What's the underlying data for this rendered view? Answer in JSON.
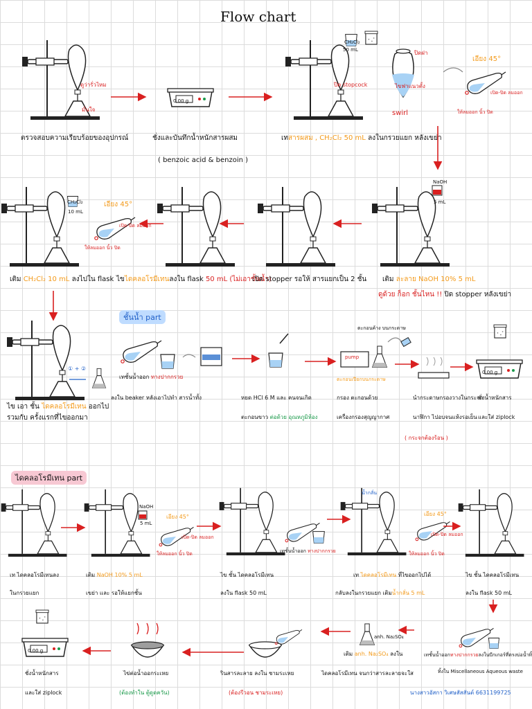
{
  "title": "Flow chart",
  "sections": {
    "aqueous": "ชั้นน้ำ part",
    "organic": "ไดคลอโรมีเทน part"
  },
  "colors": {
    "accent_red": "#d92020",
    "accent_orange": "#f39a1a",
    "accent_green": "#1a9a4a",
    "water_blue": "#a8d2f5",
    "grid": "#dcdcdc"
  },
  "balance_readout": "0.00 g",
  "row1": {
    "s1": "ตรวจสอบความเรียบร้อยของอุปกรณ์",
    "s1_ann_top": "ดูว่ารั่วไหม",
    "s1_ann_bottom": "มั่นใจ",
    "s2_line1": "ชั่งและบันทึกน้ำหนักสารผสม",
    "s2_line2": "( benzoic acid & benzoin )",
    "s3_pre": "เท",
    "s3_reagent": "สารผสม , CH₂Cl₂ 50 mL",
    "s3_post": "ลงในกรวยแยก หลังเขย่า",
    "s3_beaker_label": "CH₂Cl₂",
    "s3_beaker_volume": "50 mL",
    "s4_lid": "ปิดฝา",
    "s4_stopcock": "ปิด stopcock",
    "s4_hold": "ไขฟาแนวตั้ง",
    "s4_swirl": "swirl",
    "s5_angle": "เอียง 45°",
    "s5_vent": "เปิด-ปิด ลมออก",
    "s5_hint": "ให้ลมออก นิ้ว ปิด"
  },
  "row2": {
    "s1_naoh_label": "NaOH",
    "s1_volume": "5 mL",
    "s1_pre": "เติม",
    "s1_reagent": "ละลาย NaOH 10% 5 mL",
    "s1_warn": "ดูด้วย ก็อก ชั้นไหน !!",
    "s1_post": "ปิด stopper หลังเขย่า",
    "s2": "เปิด stopper รอให้ สารแยกเป็น 2 ชั้น",
    "s3_pre": "ไข",
    "s3_reagent": "ไดคลอโรมีเทน",
    "s3_mid": "ลงใน flask",
    "s3_volume": "50 mL (ไม่เอาชั้นน้ำ)",
    "s4_angle": "เอียง 45°",
    "s4_vent": "เปิด-ปิด ลมออก",
    "s4_hint": "ให้ลมออก นิ้ว ปิด",
    "s4_beaker_label": "CH₂Cl₂",
    "s4_beaker_volume": "10 mL",
    "s5_pre": "เติม",
    "s5_reagent": "CH₂Cl₂ 10 mL",
    "s5_post": "ลงไปใน flask"
  },
  "row3": {
    "s1_pre": "ไข เอา ชั้น",
    "s1_reagent": "ไดคลอโรมีเทน",
    "s1_post": "ออกไป",
    "s1_line2": "รวมกับ ครั้งแรกที่ไขออกมา",
    "s1_steps": "① + ②",
    "s2_top": "เทชั้นน้ำออก",
    "s2_top_red": "ทางปากกรวย",
    "s2_bottom": "ลงใน beaker หลังเอาไปทำ สารน้ำทั้ง",
    "s3_top": "หยด HCl 6 M และ คนจนเกิด",
    "s3_bottom_pre": "ตะกอนขาว",
    "s3_bottom_green": "ต่อด้วย อุณหภูมิห้อง",
    "s4_top_note": "ตะกอนค้าง บนกระดาษ",
    "s4_pump": "pump",
    "s4_red_note": "ตะกอนเปียกบนกระดาษ",
    "s4_line1": "กรอง ตะกอนด้วย",
    "s4_line2": "เครื่องกรองสุญญากาศ",
    "s5_line1": "นำกระดาษกรองวางในกระจก",
    "s5_line2": "นาฬิกา ไปอบจนแห้งรอเย็น",
    "s5_red": "( กระจกต้องร้อน )",
    "s6_line1": "ชั่งน้ำหนักสาร",
    "s6_line2": "และใส่ ziplock"
  },
  "row4": {
    "s1_line1": "เท ไดคลอโรมีเทนลง",
    "s1_line2": "ในกรวยแยก",
    "s2_naoh_label": "NaOH",
    "s2_volume": "5 mL",
    "s2_pre": "เติม",
    "s2_reagent": "NaOH 10% 5 mL",
    "s2_line2": "เขย่า และ รอให้แยกชั้น",
    "s2_angle": "เอียง 45°",
    "s2_vent": "เปิด-ปิด ลมออก",
    "s2_hint": "ให้ลมออก นิ้ว ปิด",
    "s3_line1": "ไข ชั้น ไดคลอโรมีเทน",
    "s3_line2": "ลงใน flask 50 mL",
    "s4_top": "เทชั้นน้ำออก",
    "s4_top_red": "ทางปากกรวย",
    "s5_ann": "น้ำกลั่น",
    "s5_angle": "เอียง 45°",
    "s5_vent": "เปิด-ปิด ลมออก",
    "s5_hint": "ให้ลมออก นิ้ว ปิด",
    "s5_pre": "เท",
    "s5_reagent": "ไดคลอโรมีเทน",
    "s5_post": "ที่ไขออกไปได้",
    "s5_line2_pre": "กลับลงในกรวยแยก เติม",
    "s5_line2_reagent": "น้ำกลั่น 5 mL",
    "s6_line1": "ไข ชั้น ไดคลอโรมีเทน",
    "s6_line2": "ลงใน flask 50 mL"
  },
  "row5": {
    "s1_line1": "ชั่งน้ำหนักสาร",
    "s1_line2": "และใส่ ziplock",
    "s2_line1": "ไข่ต่อน้ำออกระเหย",
    "s2_green": "(ต้องทำใน ตู้ดูดควัน)",
    "s3_line1": "รินสารละลาย ลงใน ชามระเหย",
    "s3_red": "(ต้องรีวอน ชามระเหย)",
    "s4_chem": "anh. Na₂SO₄",
    "s4_pre": "เติม",
    "s4_reagent": "anh. Na₂SO₄",
    "s4_post": "ลงใน",
    "s4_line2": "ไดคลอโรมีเทน จนกว่าสารละลายจะใส",
    "s5_top_pre": "เทชั้นน้ำออก",
    "s5_top_red": "ทางปากกรวย",
    "s5_top_post": "ลงในบีกเกอร์ที่ตรงบ่อน้ำทิ้ง",
    "s5_note": "ทิ้งใน Miscellaneous Aqueous waste",
    "author_name": "นางสาวอัสกา วิเศษสัสสันต์",
    "author_id": "6631199725"
  }
}
